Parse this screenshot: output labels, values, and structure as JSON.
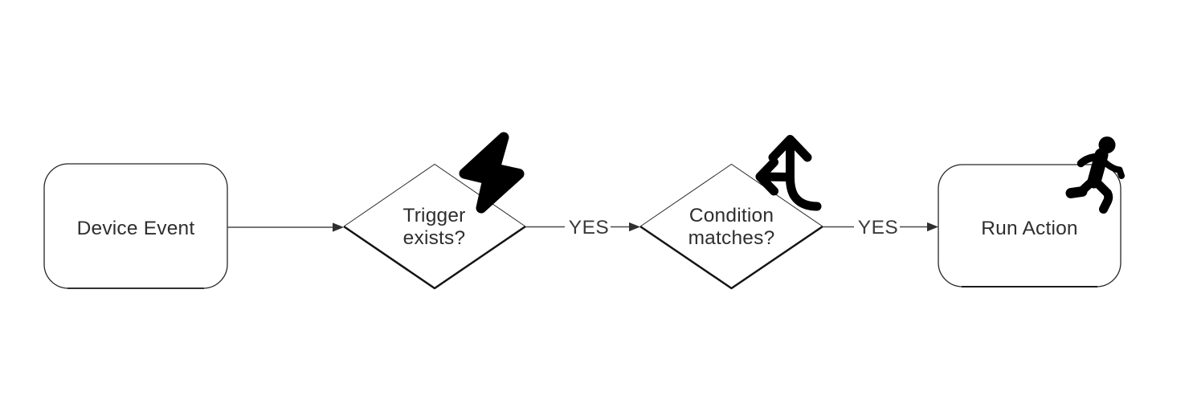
{
  "diagram": {
    "colors": {
      "background": "#ffffff",
      "shape_stroke": "#262626",
      "shape_shadow_stroke": "#111111",
      "connector": "#4a4a4a",
      "arrowhead": "#2f2f2f",
      "text": "#2e2e2e",
      "icon": "#000000"
    },
    "nodes": {
      "device_event": {
        "label": "Device Event"
      },
      "trigger_exists": {
        "line1": "Trigger",
        "line2": "exists?",
        "icon": "lightning-bolt-icon"
      },
      "condition_matches": {
        "line1": "Condition",
        "line2": "matches?",
        "icon": "split-arrows-icon"
      },
      "run_action": {
        "label": "Run Action",
        "icon": "running-person-icon"
      }
    },
    "edges": {
      "device_to_trigger_label": "",
      "trigger_to_condition_label": "YES",
      "condition_to_action_label": "YES"
    }
  }
}
